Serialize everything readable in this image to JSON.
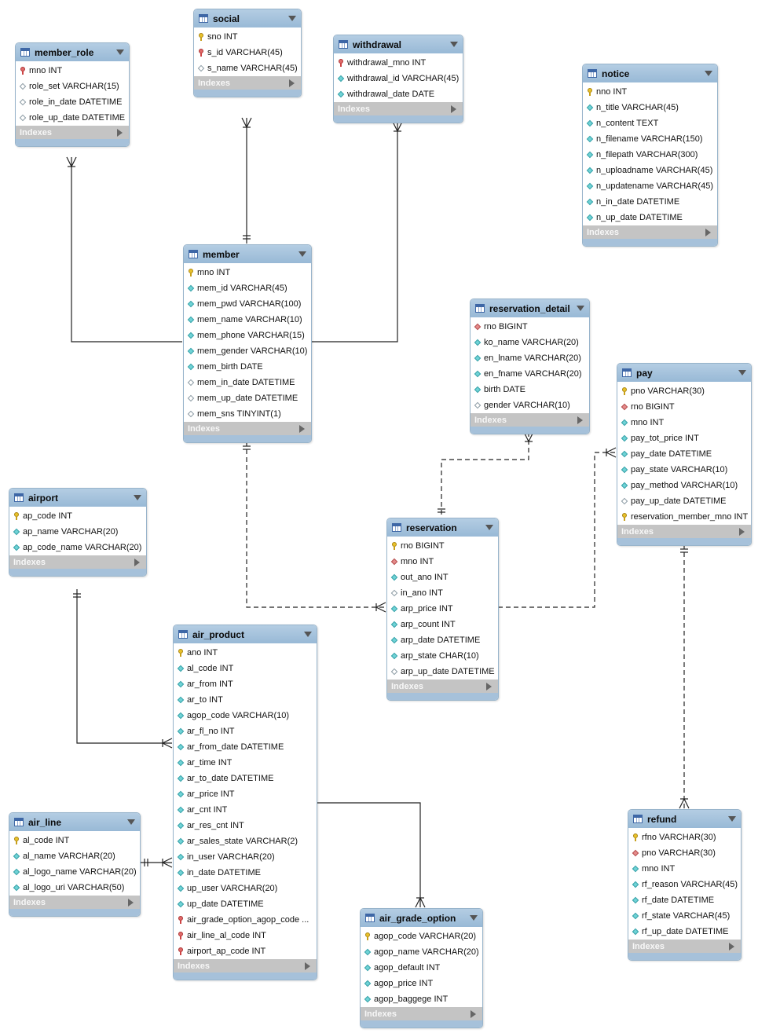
{
  "indexes_label": "Indexes",
  "tables": [
    {
      "id": "member_role",
      "name": "member_role",
      "columns": [
        {
          "text": "mno INT",
          "icon": "foreign-key-icon"
        },
        {
          "text": "role_set VARCHAR(15)",
          "icon": "column-icon"
        },
        {
          "text": "role_in_date DATETIME",
          "icon": "column-icon"
        },
        {
          "text": "role_up_date DATETIME",
          "icon": "column-icon"
        }
      ]
    },
    {
      "id": "social",
      "name": "social",
      "columns": [
        {
          "text": "sno INT",
          "icon": "primary-key-icon"
        },
        {
          "text": "s_id VARCHAR(45)",
          "icon": "foreign-key-icon"
        },
        {
          "text": "s_name VARCHAR(45)",
          "icon": "column-icon"
        }
      ]
    },
    {
      "id": "withdrawal",
      "name": "withdrawal",
      "columns": [
        {
          "text": "withdrawal_mno INT",
          "icon": "foreign-key-icon"
        },
        {
          "text": "withdrawal_id VARCHAR(45)",
          "icon": "not-null-column-icon"
        },
        {
          "text": "withdrawal_date DATE",
          "icon": "not-null-column-icon"
        }
      ]
    },
    {
      "id": "notice",
      "name": "notice",
      "columns": [
        {
          "text": "nno INT",
          "icon": "primary-key-icon"
        },
        {
          "text": "n_title VARCHAR(45)",
          "icon": "not-null-column-icon"
        },
        {
          "text": "n_content TEXT",
          "icon": "not-null-column-icon"
        },
        {
          "text": "n_filename VARCHAR(150)",
          "icon": "not-null-column-icon"
        },
        {
          "text": "n_filepath VARCHAR(300)",
          "icon": "not-null-column-icon"
        },
        {
          "text": "n_uploadname VARCHAR(45)",
          "icon": "not-null-column-icon"
        },
        {
          "text": "n_updatename VARCHAR(45)",
          "icon": "not-null-column-icon"
        },
        {
          "text": "n_in_date DATETIME",
          "icon": "not-null-column-icon"
        },
        {
          "text": "n_up_date DATETIME",
          "icon": "not-null-column-icon"
        }
      ]
    },
    {
      "id": "member",
      "name": "member",
      "columns": [
        {
          "text": "mno INT",
          "icon": "primary-key-icon"
        },
        {
          "text": "mem_id VARCHAR(45)",
          "icon": "not-null-column-icon"
        },
        {
          "text": "mem_pwd VARCHAR(100)",
          "icon": "not-null-column-icon"
        },
        {
          "text": "mem_name VARCHAR(10)",
          "icon": "not-null-column-icon"
        },
        {
          "text": "mem_phone VARCHAR(15)",
          "icon": "not-null-column-icon"
        },
        {
          "text": "mem_gender VARCHAR(10)",
          "icon": "not-null-column-icon"
        },
        {
          "text": "mem_birth DATE",
          "icon": "not-null-column-icon"
        },
        {
          "text": "mem_in_date DATETIME",
          "icon": "column-icon"
        },
        {
          "text": "mem_up_date DATETIME",
          "icon": "column-icon"
        },
        {
          "text": "mem_sns TINYINT(1)",
          "icon": "column-icon"
        }
      ]
    },
    {
      "id": "reservation_detail",
      "name": "reservation_detail",
      "columns": [
        {
          "text": "rno BIGINT",
          "icon": "foreign-key-column-icon"
        },
        {
          "text": "ko_name VARCHAR(20)",
          "icon": "not-null-column-icon"
        },
        {
          "text": "en_lname VARCHAR(20)",
          "icon": "not-null-column-icon"
        },
        {
          "text": "en_fname VARCHAR(20)",
          "icon": "not-null-column-icon"
        },
        {
          "text": "birth DATE",
          "icon": "not-null-column-icon"
        },
        {
          "text": "gender VARCHAR(10)",
          "icon": "column-icon"
        }
      ]
    },
    {
      "id": "pay",
      "name": "pay",
      "columns": [
        {
          "text": "pno VARCHAR(30)",
          "icon": "primary-key-icon"
        },
        {
          "text": "rno BIGINT",
          "icon": "foreign-key-column-icon"
        },
        {
          "text": "mno INT",
          "icon": "not-null-column-icon"
        },
        {
          "text": "pay_tot_price INT",
          "icon": "not-null-column-icon"
        },
        {
          "text": "pay_date DATETIME",
          "icon": "not-null-column-icon"
        },
        {
          "text": "pay_state VARCHAR(10)",
          "icon": "not-null-column-icon"
        },
        {
          "text": "pay_method VARCHAR(10)",
          "icon": "not-null-column-icon"
        },
        {
          "text": "pay_up_date DATETIME",
          "icon": "column-icon"
        },
        {
          "text": "reservation_member_mno INT",
          "icon": "primary-key-icon"
        }
      ]
    },
    {
      "id": "airport",
      "name": "airport",
      "columns": [
        {
          "text": "ap_code INT",
          "icon": "primary-key-icon"
        },
        {
          "text": "ap_name VARCHAR(20)",
          "icon": "not-null-column-icon"
        },
        {
          "text": "ap_code_name VARCHAR(20)",
          "icon": "not-null-column-icon"
        }
      ]
    },
    {
      "id": "reservation",
      "name": "reservation",
      "columns": [
        {
          "text": "rno BIGINT",
          "icon": "primary-key-icon"
        },
        {
          "text": "mno INT",
          "icon": "foreign-key-column-icon"
        },
        {
          "text": "out_ano INT",
          "icon": "not-null-column-icon"
        },
        {
          "text": "in_ano INT",
          "icon": "column-icon"
        },
        {
          "text": "arp_price INT",
          "icon": "not-null-column-icon"
        },
        {
          "text": "arp_count INT",
          "icon": "not-null-column-icon"
        },
        {
          "text": "arp_date DATETIME",
          "icon": "not-null-column-icon"
        },
        {
          "text": "arp_state CHAR(10)",
          "icon": "not-null-column-icon"
        },
        {
          "text": "arp_up_date DATETIME",
          "icon": "column-icon"
        }
      ]
    },
    {
      "id": "air_product",
      "name": "air_product",
      "columns": [
        {
          "text": "ano INT",
          "icon": "primary-key-icon"
        },
        {
          "text": "al_code INT",
          "icon": "not-null-column-icon"
        },
        {
          "text": "ar_from INT",
          "icon": "not-null-column-icon"
        },
        {
          "text": "ar_to INT",
          "icon": "not-null-column-icon"
        },
        {
          "text": "agop_code VARCHAR(10)",
          "icon": "not-null-column-icon"
        },
        {
          "text": "ar_fl_no INT",
          "icon": "not-null-column-icon"
        },
        {
          "text": "ar_from_date DATETIME",
          "icon": "not-null-column-icon"
        },
        {
          "text": "ar_time INT",
          "icon": "not-null-column-icon"
        },
        {
          "text": "ar_to_date DATETIME",
          "icon": "not-null-column-icon"
        },
        {
          "text": "ar_price INT",
          "icon": "not-null-column-icon"
        },
        {
          "text": "ar_cnt INT",
          "icon": "not-null-column-icon"
        },
        {
          "text": "ar_res_cnt INT",
          "icon": "not-null-column-icon"
        },
        {
          "text": "ar_sales_state VARCHAR(2)",
          "icon": "not-null-column-icon"
        },
        {
          "text": "in_user VARCHAR(20)",
          "icon": "not-null-column-icon"
        },
        {
          "text": "in_date DATETIME",
          "icon": "not-null-column-icon"
        },
        {
          "text": "up_user VARCHAR(20)",
          "icon": "not-null-column-icon"
        },
        {
          "text": "up_date DATETIME",
          "icon": "not-null-column-icon"
        },
        {
          "text": "air_grade_option_agop_code ...",
          "icon": "foreign-key-icon"
        },
        {
          "text": "air_line_al_code INT",
          "icon": "foreign-key-icon"
        },
        {
          "text": "airport_ap_code INT",
          "icon": "foreign-key-icon"
        }
      ]
    },
    {
      "id": "air_line",
      "name": "air_line",
      "columns": [
        {
          "text": "al_code INT",
          "icon": "primary-key-icon"
        },
        {
          "text": "al_name VARCHAR(20)",
          "icon": "not-null-column-icon"
        },
        {
          "text": "al_logo_name VARCHAR(20)",
          "icon": "not-null-column-icon"
        },
        {
          "text": "al_logo_uri VARCHAR(50)",
          "icon": "not-null-column-icon"
        }
      ]
    },
    {
      "id": "air_grade_option",
      "name": "air_grade_option",
      "columns": [
        {
          "text": "agop_code VARCHAR(20)",
          "icon": "primary-key-icon"
        },
        {
          "text": "agop_name VARCHAR(20)",
          "icon": "not-null-column-icon"
        },
        {
          "text": "agop_default INT",
          "icon": "not-null-column-icon"
        },
        {
          "text": "agop_price INT",
          "icon": "not-null-column-icon"
        },
        {
          "text": "agop_baggege INT",
          "icon": "not-null-column-icon"
        }
      ]
    },
    {
      "id": "refund",
      "name": "refund",
      "columns": [
        {
          "text": "rfno VARCHAR(30)",
          "icon": "primary-key-icon"
        },
        {
          "text": "pno VARCHAR(30)",
          "icon": "foreign-key-column-icon"
        },
        {
          "text": "mno INT",
          "icon": "not-null-column-icon"
        },
        {
          "text": "rf_reason VARCHAR(45)",
          "icon": "not-null-column-icon"
        },
        {
          "text": "rf_date DATETIME",
          "icon": "not-null-column-icon"
        },
        {
          "text": "rf_state VARCHAR(45)",
          "icon": "not-null-column-icon"
        },
        {
          "text": "rf_up_date DATETIME",
          "icon": "not-null-column-icon"
        }
      ]
    }
  ],
  "relationships": [
    {
      "name": "member-member_role",
      "style": "identifying"
    },
    {
      "name": "member-social",
      "style": "identifying"
    },
    {
      "name": "member-withdrawal",
      "style": "identifying"
    },
    {
      "name": "member-reservation",
      "style": "non-identifying"
    },
    {
      "name": "reservation-reservation_detail",
      "style": "non-identifying"
    },
    {
      "name": "reservation-pay",
      "style": "non-identifying"
    },
    {
      "name": "pay-refund",
      "style": "non-identifying"
    },
    {
      "name": "airport-air_product",
      "style": "identifying"
    },
    {
      "name": "air_line-air_product",
      "style": "identifying"
    },
    {
      "name": "air_grade_option-air_product",
      "style": "identifying"
    }
  ]
}
